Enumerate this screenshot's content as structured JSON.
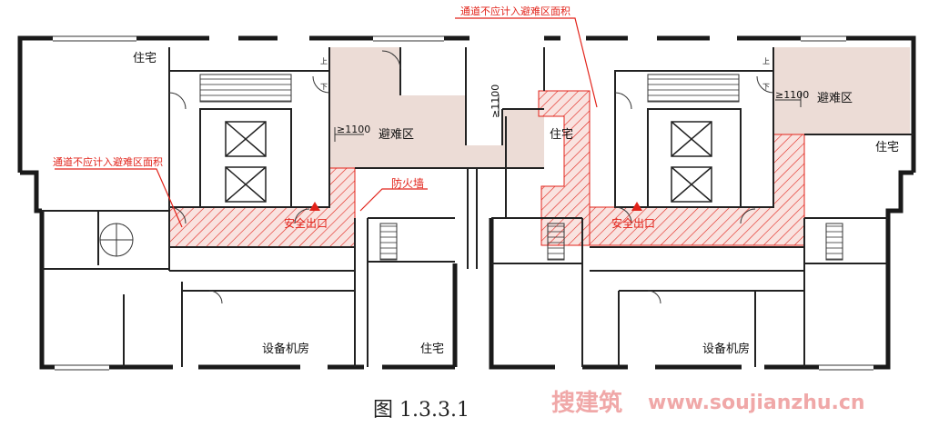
{
  "labels": {
    "residence": "住宅",
    "refuge_area": "避难区",
    "safety_exit": "安全出口",
    "fire_wall": "防火墙",
    "equipment_room": "设备机房",
    "corridor_note": "通道不应计入避难区面积",
    "dim_1100": "≥1100",
    "up": "上",
    "down": "下"
  },
  "caption": "图 1.3.3.1",
  "watermark": {
    "brand": "搜建筑",
    "url": "www.soujianzhu.cn"
  },
  "colors": {
    "wall": "#1a1a1a",
    "refuge_fill": "#ecdcd6",
    "hatch": "#e2231a",
    "annotation": "#e2231a",
    "watermark": "#f0a8a8"
  }
}
